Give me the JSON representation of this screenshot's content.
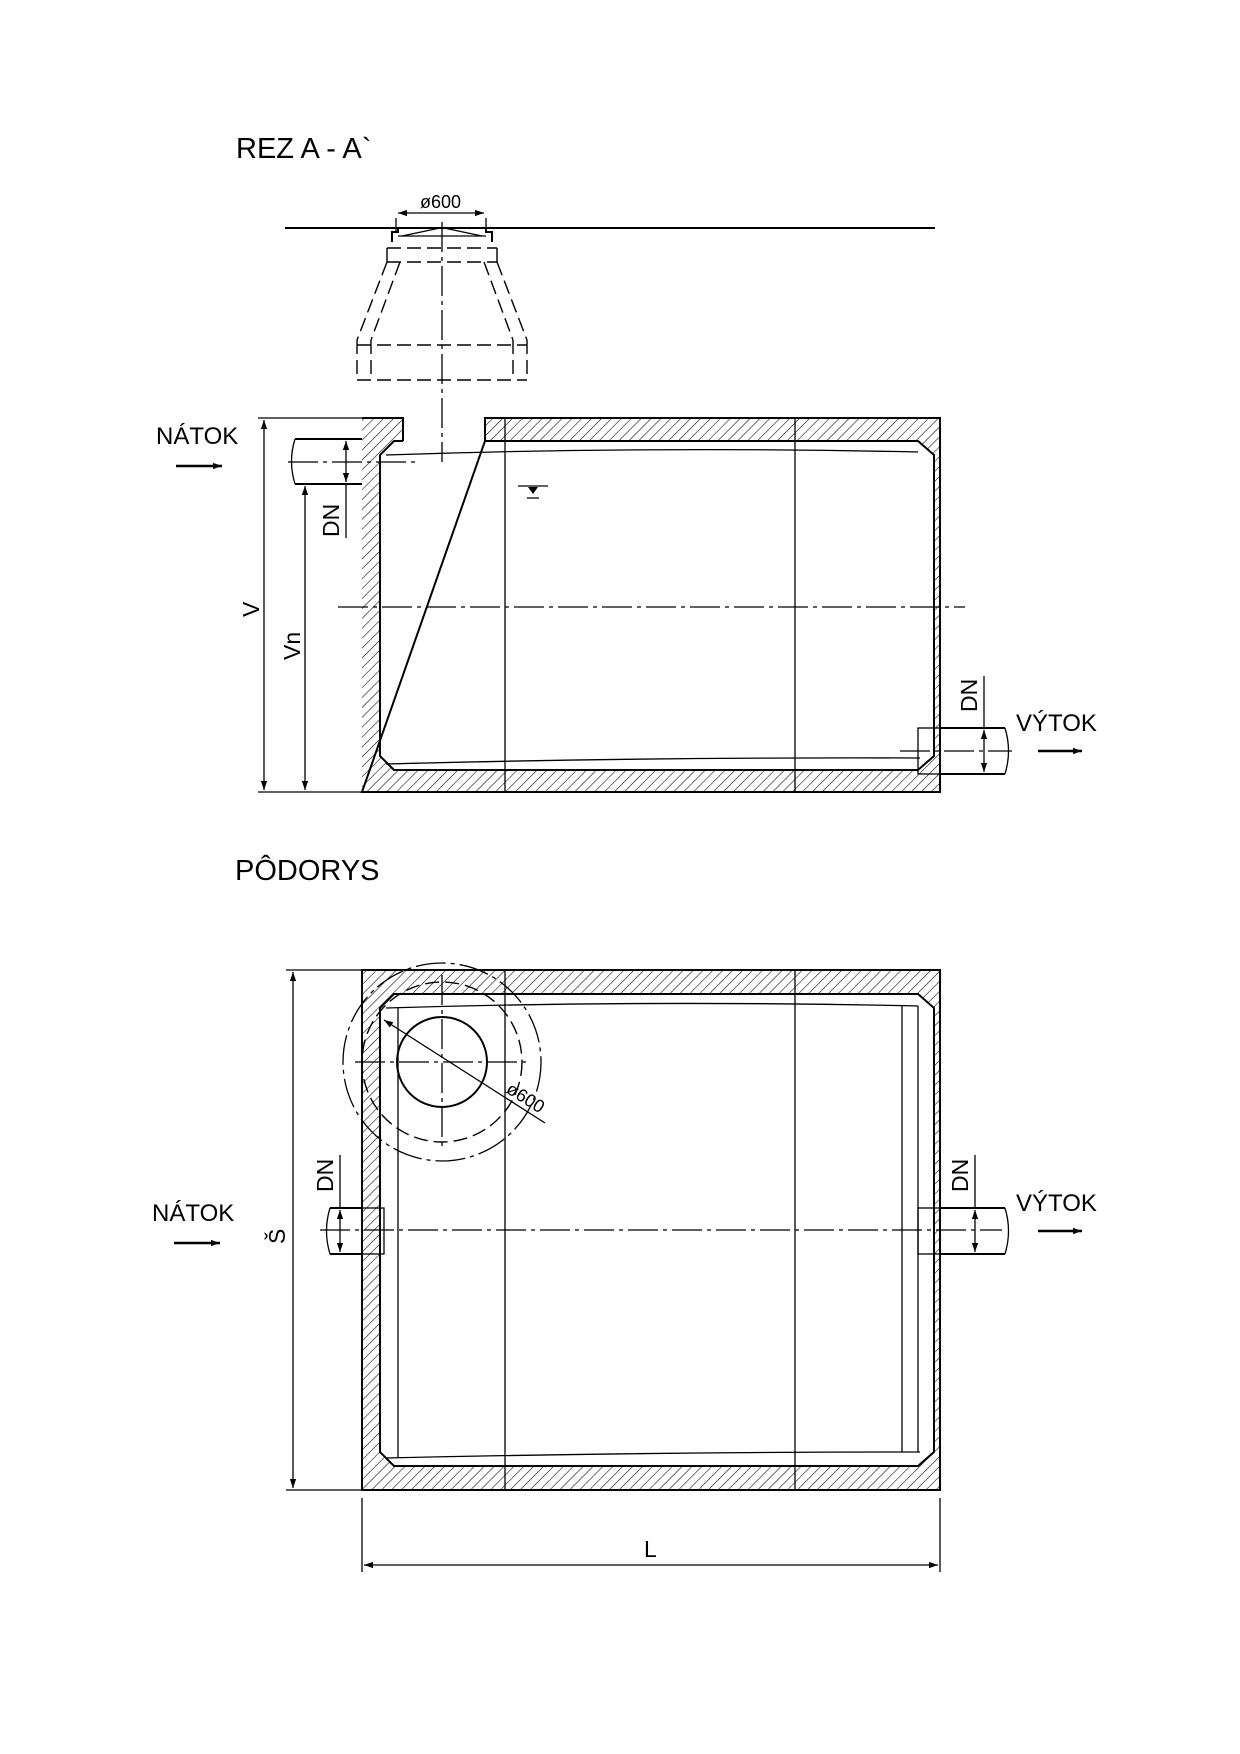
{
  "section": {
    "title": "REZ A - A`",
    "manhole_diameter": "ø600",
    "inflow_label": "NÁTOK",
    "outflow_label": "VÝTOK",
    "pipe_dim_in": "DN",
    "pipe_dim_out": "DN",
    "height_total": "V",
    "height_useful": "Vn"
  },
  "plan": {
    "title": "PÔDORYS",
    "manhole_diameter": "ø600",
    "inflow_label": "NÁTOK",
    "outflow_label": "VÝTOK",
    "pipe_dim_in": "DN",
    "pipe_dim_out": "DN",
    "width": "Š",
    "length": "L"
  },
  "colors": {
    "ink": "#000000",
    "paper": "#ffffff"
  }
}
